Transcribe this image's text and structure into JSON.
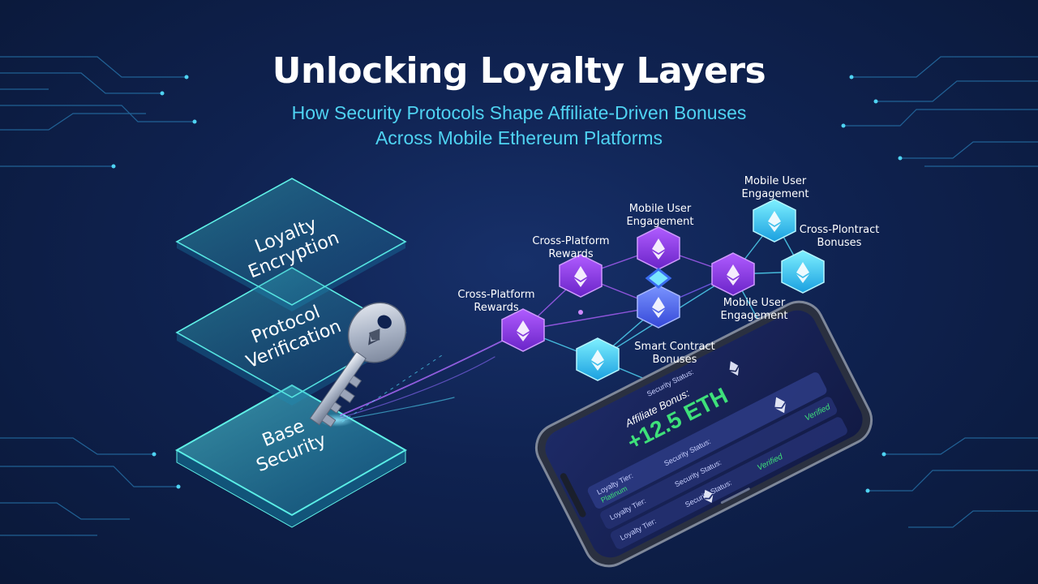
{
  "title": "Unlocking Loyalty Layers",
  "subtitle_line1": "How Security Protocols Shape Affiliate-Driven Bonuses",
  "subtitle_line2": "Across Mobile Ethereum Platforms",
  "layers": [
    {
      "line1": "Loyalty",
      "line2": "Encryption"
    },
    {
      "line1": "Protocol",
      "line2": "Verification"
    },
    {
      "line1": "Base",
      "line2": "Security"
    }
  ],
  "nodes": [
    {
      "id": "n1",
      "label1": "Cross-Platform",
      "label2": "Rewards",
      "color": "purple"
    },
    {
      "id": "n2",
      "label1": "Cross-Platform",
      "label2": "Rewards",
      "color": "purple"
    },
    {
      "id": "n3",
      "label1": "Mobile User",
      "label2": "Engagement",
      "color": "purple"
    },
    {
      "id": "n4",
      "label1": "Mobile User",
      "label2": "Engagement",
      "color": "cyan"
    },
    {
      "id": "n5",
      "label1": "Cross-Plontract",
      "label2": "Bonuses",
      "color": "cyan"
    },
    {
      "id": "n6",
      "label1": "Mobile User",
      "label2": "Engagement",
      "color": "purple"
    },
    {
      "id": "n7",
      "label1": "Smart Contract",
      "label2": "Bonuses",
      "color": "cyan"
    },
    {
      "id": "n8",
      "label1": "",
      "label2": "",
      "color": "blue"
    }
  ],
  "phone": {
    "affiliate_label": "Affiliate Bonus:",
    "amount": "+12.5 ETH",
    "rows": [
      {
        "tier_label": "Loyalty Tier:",
        "tier_value": "Platinum",
        "security_label": "Security Status:"
      },
      {
        "tier_label": "Loyalty Tier:",
        "tier_value": "",
        "security_label": "Security Status:"
      },
      {
        "tier_label": "Loyalty Tier:",
        "tier_value": "",
        "security_label": "Security Status:",
        "status": "Verified"
      },
      {
        "tier_label": "Security Status:",
        "tier_value": "",
        "security_label": "",
        "status": "Verified"
      }
    ]
  },
  "colors": {
    "background": "#0f2250",
    "title": "#ffffff",
    "subtitle": "#4fd3f2",
    "purple_node": "#8b3fe0",
    "cyan_node": "#2ec9f0",
    "blue_node": "#4a6cf0",
    "layer_edge": "#5ff0e6",
    "verified": "#3ee07a"
  },
  "icons": [
    "ethereum-icon",
    "key-icon",
    "smartphone-icon",
    "circuit-lines"
  ]
}
